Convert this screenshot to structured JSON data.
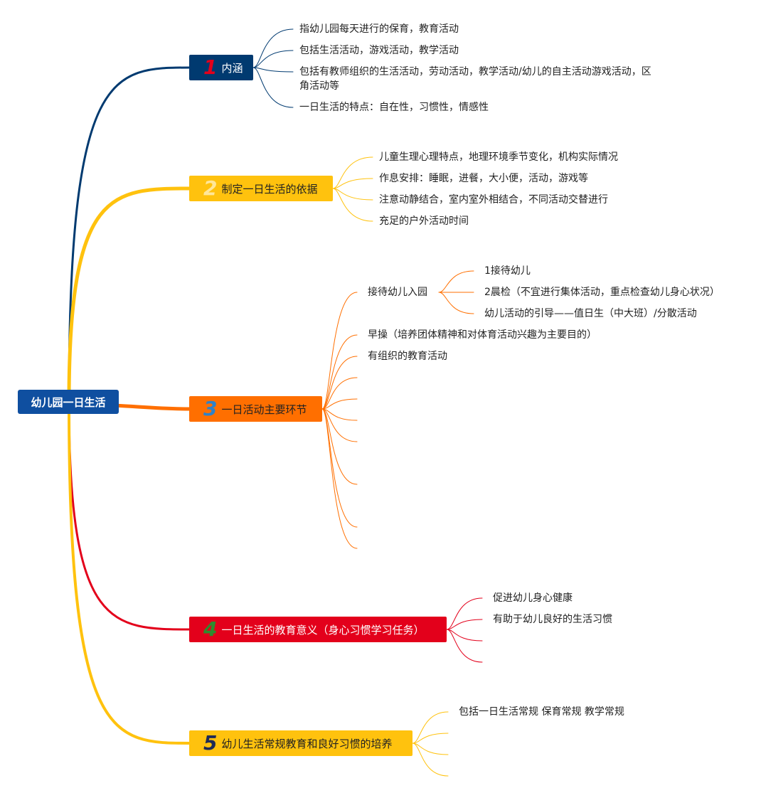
{
  "root": {
    "label": "幼儿园一日生活"
  },
  "branches": [
    {
      "number": "1",
      "label": "内涵",
      "color": "#003a70",
      "items": [
        "指幼儿园每天进行的保育，教育活动",
        "包括生活活动，游戏活动，教学活动",
        "包括有教师组织的生活活动，劳动活动，教学活动/幼儿的自主活动游戏活动，区角活动等",
        "一日生活的特点：自在性，习惯性，情感性"
      ]
    },
    {
      "number": "2",
      "label": "制定一日生活的依据",
      "color": "#ffc20e",
      "items": [
        "儿童生理心理特点，地理环境季节变化，机构实际情况",
        "作息安排：睡眠，进餐，大小便，活动，游戏等",
        "注意动静结合，室内室外相结合，不同活动交替进行",
        "充足的户外活动时间"
      ]
    },
    {
      "number": "3",
      "label": "一日活动主要环节",
      "color": "#ff6f00",
      "items": [
        "接待幼儿入园",
        "早操（培养团体精神和对体育活动兴趣为主要目的）",
        "有组织的教育活动"
      ],
      "sub_items": [
        "1接待幼儿",
        "2晨检（不宜进行集体活动，重点检查幼儿身心状况）",
        "幼儿活动的引导——值日生（中大班）/分散活动"
      ]
    },
    {
      "number": "4",
      "label": "一日生活的教育意义（身心习惯学习任务）",
      "color": "#e3001b",
      "items": [
        "促进幼儿身心健康",
        "有助于幼儿良好的生活习惯"
      ]
    },
    {
      "number": "5",
      "label": "幼儿生活常规教育和良好习惯的培养",
      "color": "#ffc20e",
      "items": [
        "包括一日生活常规 保育常规 教学常规"
      ]
    }
  ]
}
